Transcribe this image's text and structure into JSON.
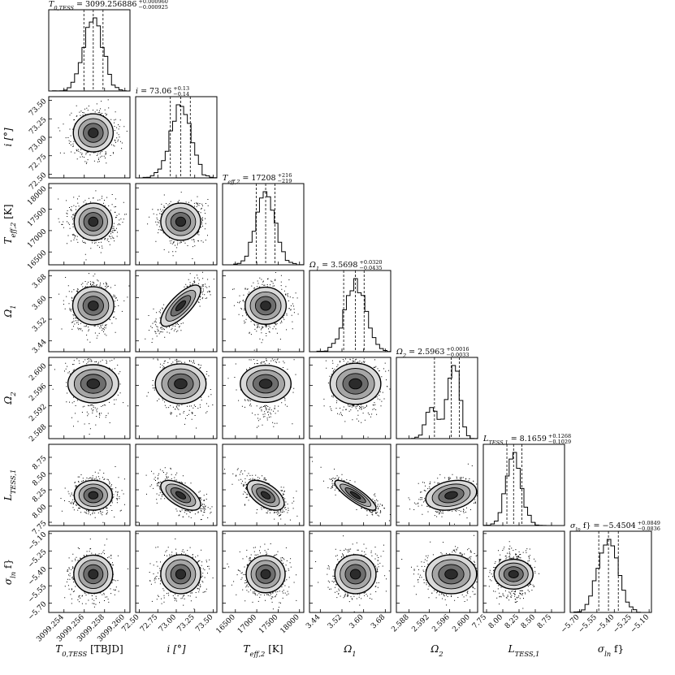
{
  "chart_data": {
    "type": "corner",
    "parameters": [
      {
        "key": "T0",
        "label": "T0,TESS",
        "axis_label": "T_{0,TESS} [TBJD]",
        "median": "3099.256886",
        "plus": "+0.000960",
        "minus": "−0.000925",
        "title_name": "T_{0,TESS}",
        "ticks": [
          "3099.254",
          "3099.256",
          "3099.258",
          "3099.260"
        ],
        "tick_values": [
          3099.254,
          3099.256,
          3099.258,
          3099.26
        ],
        "range": [
          3099.2525,
          3099.2605
        ],
        "center": 3099.256886,
        "sigma": 0.00094
      },
      {
        "key": "i",
        "label": "i",
        "axis_label": "i [°]",
        "median": "73.06",
        "plus": "+0.13",
        "minus": "−0.14",
        "title_name": "i",
        "ticks": [
          "72.50",
          "72.75",
          "73.00",
          "73.25",
          "73.50"
        ],
        "tick_values": [
          72.5,
          72.75,
          73.0,
          73.25,
          73.5
        ],
        "range": [
          72.45,
          73.55
        ],
        "center": 73.06,
        "sigma": 0.135
      },
      {
        "key": "Teff2",
        "label": "Teff,2",
        "axis_label": "T_{eff,2} [K]",
        "median": "17208",
        "plus": "+216",
        "minus": "−219",
        "title_name": "T_{eff,2}",
        "ticks": [
          "16500",
          "17000",
          "17500",
          "18000"
        ],
        "tick_values": [
          16500,
          17000,
          17500,
          18000
        ],
        "range": [
          16200,
          18100
        ],
        "center": 17208,
        "sigma": 217
      },
      {
        "key": "Omega1",
        "label": "Omega1",
        "axis_label": "Ω_1",
        "median": "3.5698",
        "plus": "+0.0320",
        "minus": "−0.0435",
        "title_name": "Ω_1",
        "ticks": [
          "3.44",
          "3.52",
          "3.60",
          "3.68"
        ],
        "tick_values": [
          3.44,
          3.52,
          3.6,
          3.68
        ],
        "range": [
          3.4,
          3.7
        ],
        "center": 3.5698,
        "sigma": 0.038
      },
      {
        "key": "Omega2",
        "label": "Omega2",
        "axis_label": "Ω_2",
        "median": "2.5963",
        "plus": "+0.0016",
        "minus": "−0.0033",
        "title_name": "Ω_2",
        "ticks": [
          "2.588",
          "2.592",
          "2.596",
          "2.600"
        ],
        "tick_values": [
          2.588,
          2.592,
          2.596,
          2.6
        ],
        "range": [
          2.5855,
          2.6015
        ],
        "center": 2.5963,
        "sigma": 0.0025
      },
      {
        "key": "L1",
        "label": "LTESS,1",
        "axis_label": "L_{TESS,1}",
        "median": "8.1659",
        "plus": "+0.1268",
        "minus": "−0.1029",
        "title_name": "L_{TESS,1}",
        "ticks": [
          "7.75",
          "8.00",
          "8.25",
          "8.50",
          "8.75"
        ],
        "tick_values": [
          7.75,
          8.0,
          8.25,
          8.5,
          8.75
        ],
        "range": [
          7.7,
          8.95
        ],
        "center": 8.1659,
        "sigma": 0.115
      },
      {
        "key": "sigma",
        "label": "sigma ln f",
        "axis_label": "σ_{ln f}",
        "median": "−5.4504",
        "plus": "+0.0849",
        "minus": "−0.0836",
        "title_name": "σ_{ln f}",
        "ticks": [
          "−5.70",
          "−5.55",
          "−5.40",
          "−5.25",
          "−5.10"
        ],
        "tick_values": [
          -5.7,
          -5.55,
          -5.4,
          -5.25,
          -5.1
        ],
        "range": [
          -5.78,
          -5.08
        ],
        "center": -5.4504,
        "sigma": 0.084
      }
    ],
    "grid": false,
    "quantile_lines": [
      0.16,
      0.5,
      0.84
    ]
  }
}
